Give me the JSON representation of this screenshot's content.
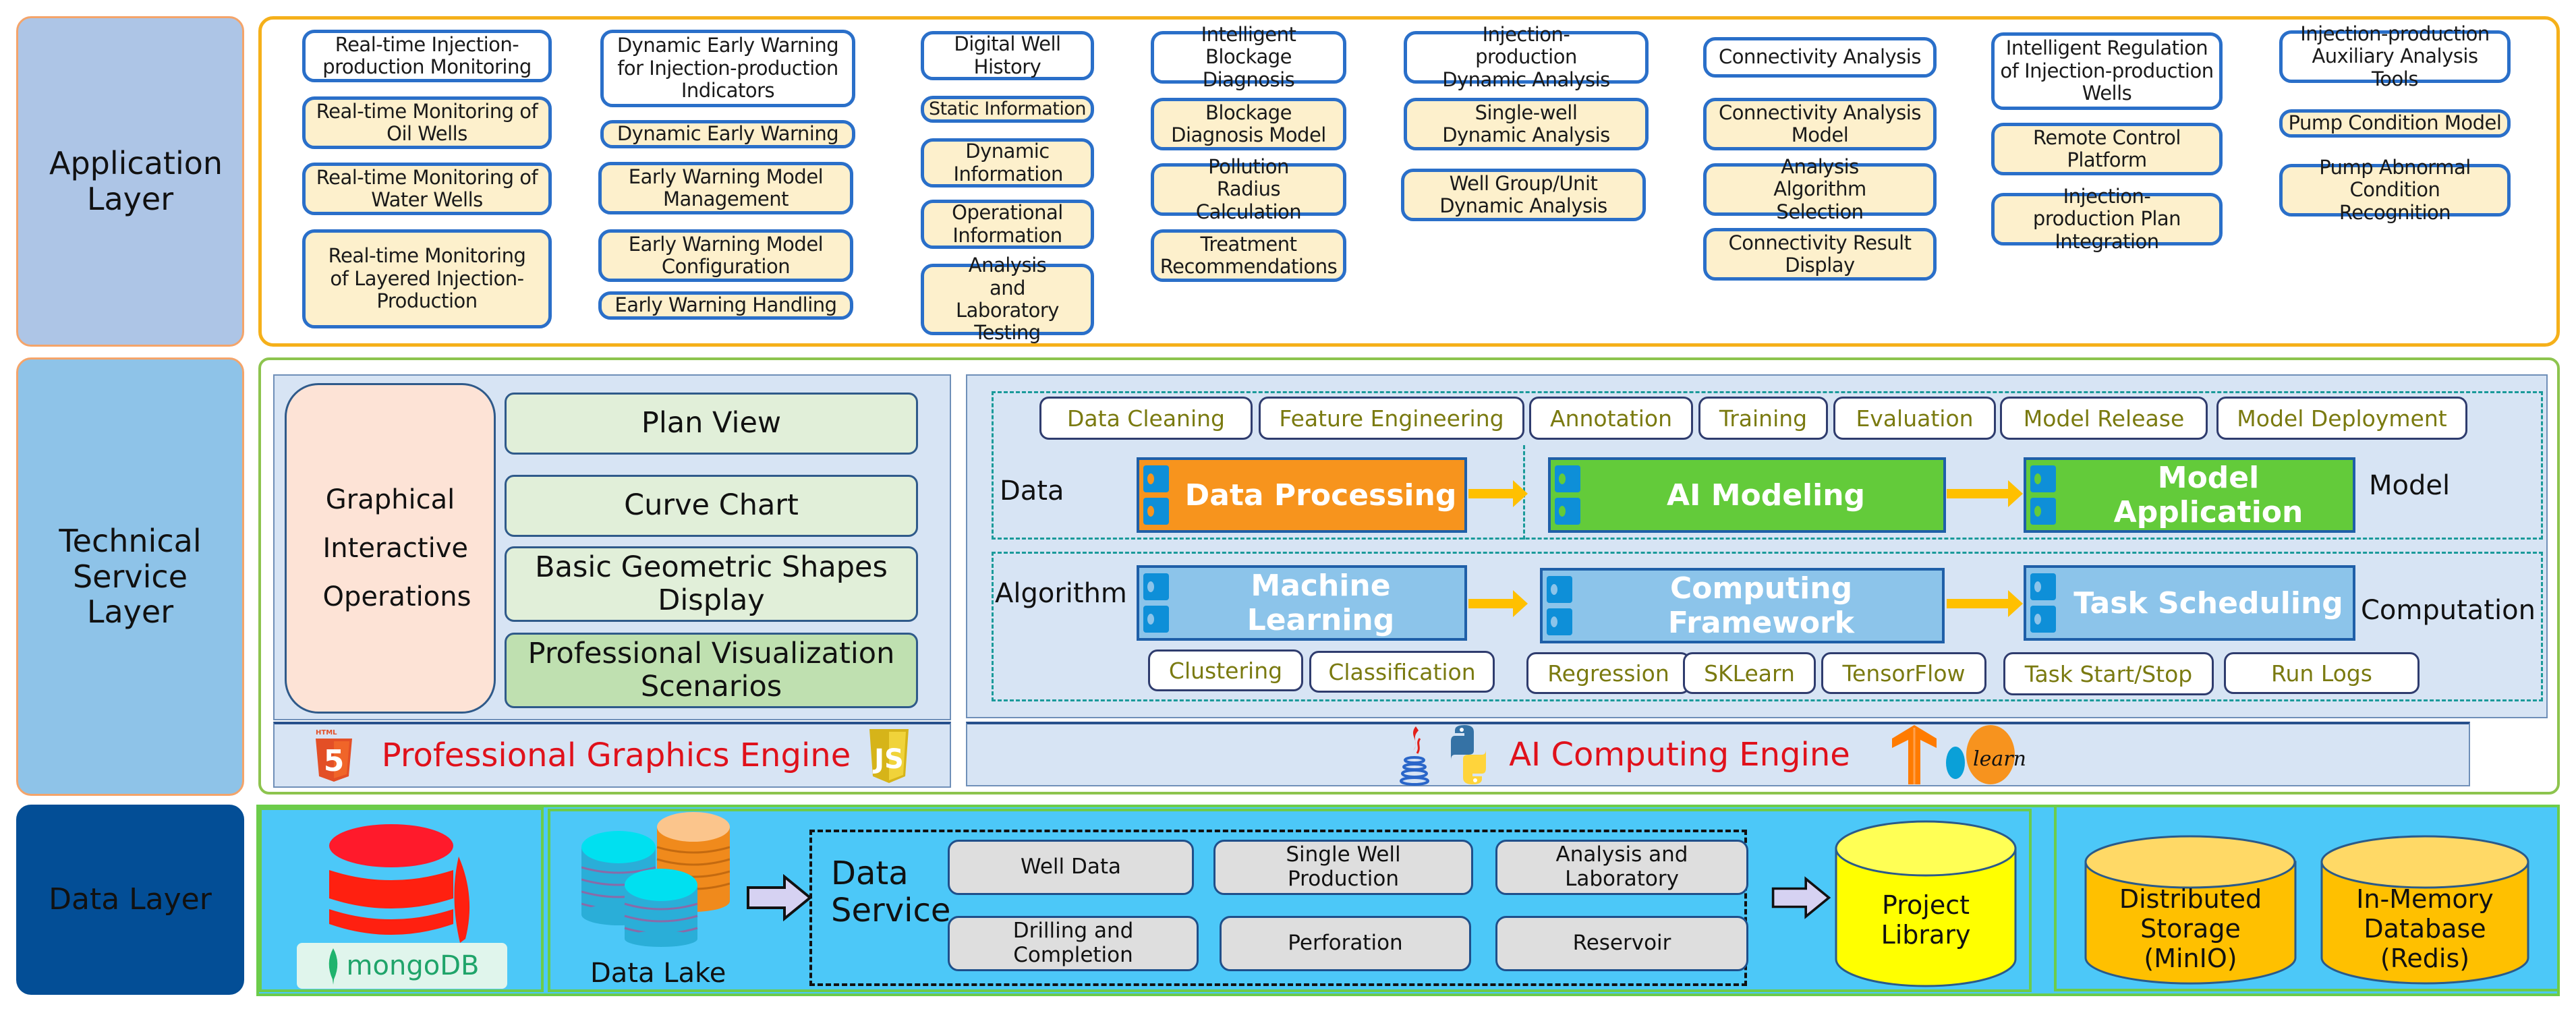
{
  "layers": {
    "application": "Application Layer",
    "technical": "Technical Service Layer",
    "data": "Data Layer"
  },
  "application": {
    "columns": [
      {
        "head": "Real-time Injection-production Monitoring",
        "items": [
          "Real-time Monitoring of Oil Wells",
          "Real-time Monitoring of Water Wells",
          "Real-time Monitoring of Layered Injection-Production"
        ]
      },
      {
        "head": "Dynamic Early Warning for Injection-production Indicators",
        "items": [
          "Dynamic Early Warning",
          "Early Warning Model Management",
          "Early Warning Model Configuration",
          "Early Warning Handling"
        ]
      },
      {
        "head": "Digital Well History",
        "items": [
          "Static Information",
          "Dynamic Information",
          "Operational Information",
          "Analysis and Laboratory Testing"
        ]
      },
      {
        "head": "Intelligent Blockage Diagnosis",
        "items": [
          "Blockage Diagnosis Model",
          "Pollution Radius Calculation",
          "Treatment Recommendations"
        ]
      },
      {
        "head": "Injection-production Dynamic Analysis",
        "items": [
          "Single-well Dynamic Analysis",
          "Well Group/Unit Dynamic Analysis"
        ]
      },
      {
        "head": "Connectivity Analysis",
        "items": [
          "Connectivity Analysis Model",
          "Analysis Algorithm Selection",
          "Connectivity Result Display"
        ]
      },
      {
        "head": "Intelligent Regulation of Injection-production Wells",
        "items": [
          "Remote Control Platform",
          "Injection-production Plan Integration"
        ]
      },
      {
        "head": "Injection-production Auxiliary Analysis Tools",
        "items": [
          "Pump Condition Model",
          "Pump Abnormal Condition Recognition"
        ]
      }
    ]
  },
  "technical": {
    "graphics": {
      "operations": "Graphical Interactive Operations",
      "items": [
        "Plan View",
        "Curve Chart",
        "Basic Geometric Shapes Display",
        "Professional Visualization Scenarios"
      ],
      "engine": "Professional Graphics Engine",
      "engine_icons": [
        "html5-icon",
        "javascript-icon"
      ]
    },
    "ai": {
      "data_label": "Data",
      "model_label": "Model",
      "algorithm_label": "Algorithm",
      "computation_label": "Computation",
      "top_tags": [
        "Data Cleaning",
        "Feature Engineering",
        "Annotation",
        "Training",
        "Evaluation",
        "Model Release",
        "Model Deployment"
      ],
      "pipeline_top": [
        "Data Processing",
        "AI Modeling",
        "Model Application"
      ],
      "pipeline_bottom": [
        "Machine Learning",
        "Computing Framework",
        "Task Scheduling"
      ],
      "bottom_tags": [
        "Clustering",
        "Classification",
        "Regression",
        "SKLearn",
        "TensorFlow",
        "Task Start/Stop",
        "Run Logs"
      ],
      "engine": "AI Computing Engine",
      "engine_icons": [
        "java-icon",
        "python-icon",
        "tensorflow-icon",
        "scikit-learn-icon"
      ],
      "sklearn_text": "learn"
    }
  },
  "data_layer": {
    "mongo_label": "mongoDB",
    "data_lake": "Data Lake",
    "data_service": "Data Service",
    "services": [
      "Well Data",
      "Single Well Production",
      "Analysis and Laboratory",
      "Drilling and Completion",
      "Perforation",
      "Reservoir"
    ],
    "project_library": "Project Library",
    "storage": [
      "Distributed Storage (MinIO)",
      "In-Memory Database (Redis)"
    ]
  },
  "colors": {
    "app_border": "#f5b01a",
    "tech_border": "#8dc44e",
    "item_border": "#2a6fc9",
    "item_fill": "#fdf0cc",
    "data_processing": "#f7941d",
    "ai_modeling": "#63cb3a",
    "algorithm_blue": "#8cc4ea",
    "engine_text": "#e0111b",
    "data_bg": "#4cc8f8"
  }
}
